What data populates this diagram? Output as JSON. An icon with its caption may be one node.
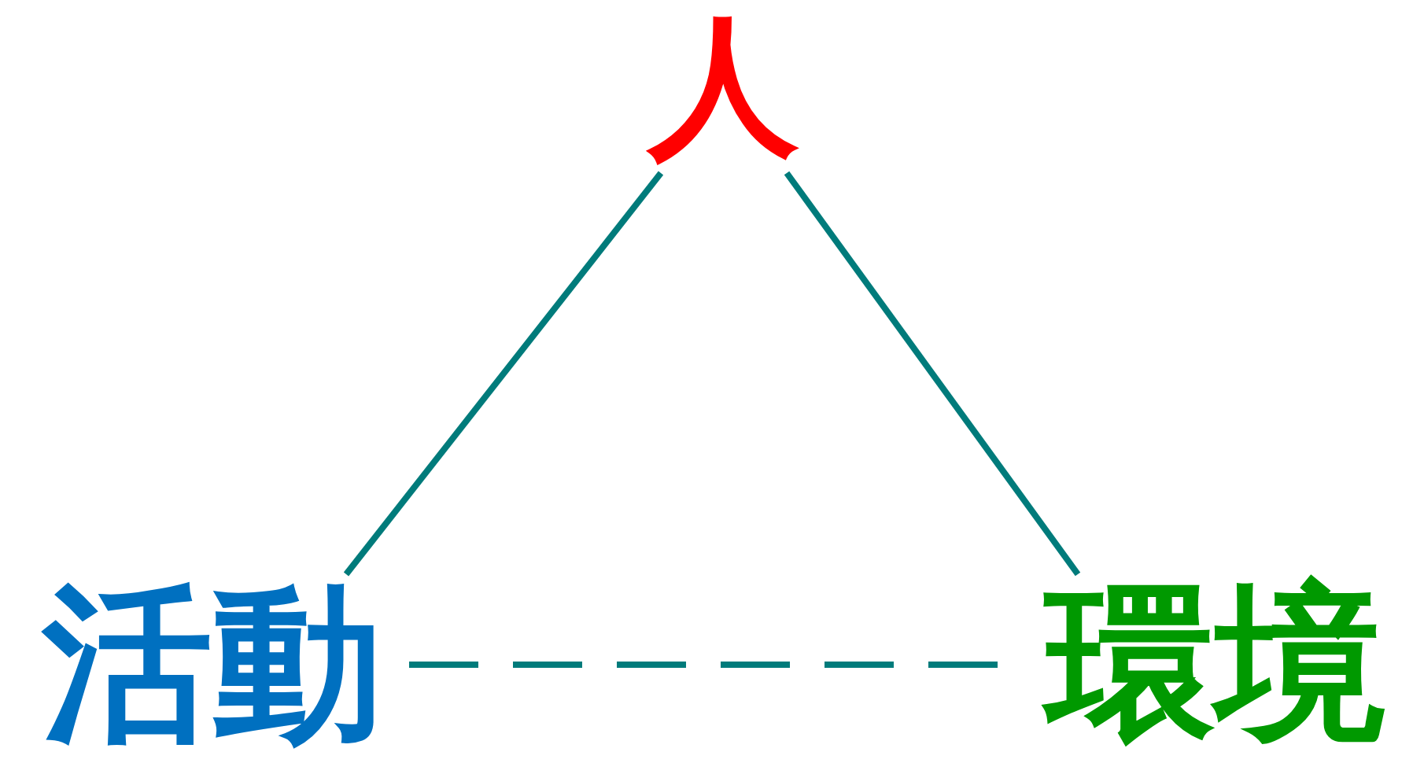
{
  "diagram": {
    "nodes": [
      {
        "text": [
          "人"
        ]
      },
      {
        "text": [
          "活動"
        ]
      },
      {
        "text": [
          "環境"
        ]
      }
    ],
    "edges": [
      {
        "from": 0,
        "to": 1,
        "arrow": "none"
      },
      {
        "from": 0,
        "to": 2,
        "arrow": "none"
      },
      {
        "from": 1,
        "to": 2,
        "arrow": "none",
        "style": "dashed"
      }
    ]
  }
}
